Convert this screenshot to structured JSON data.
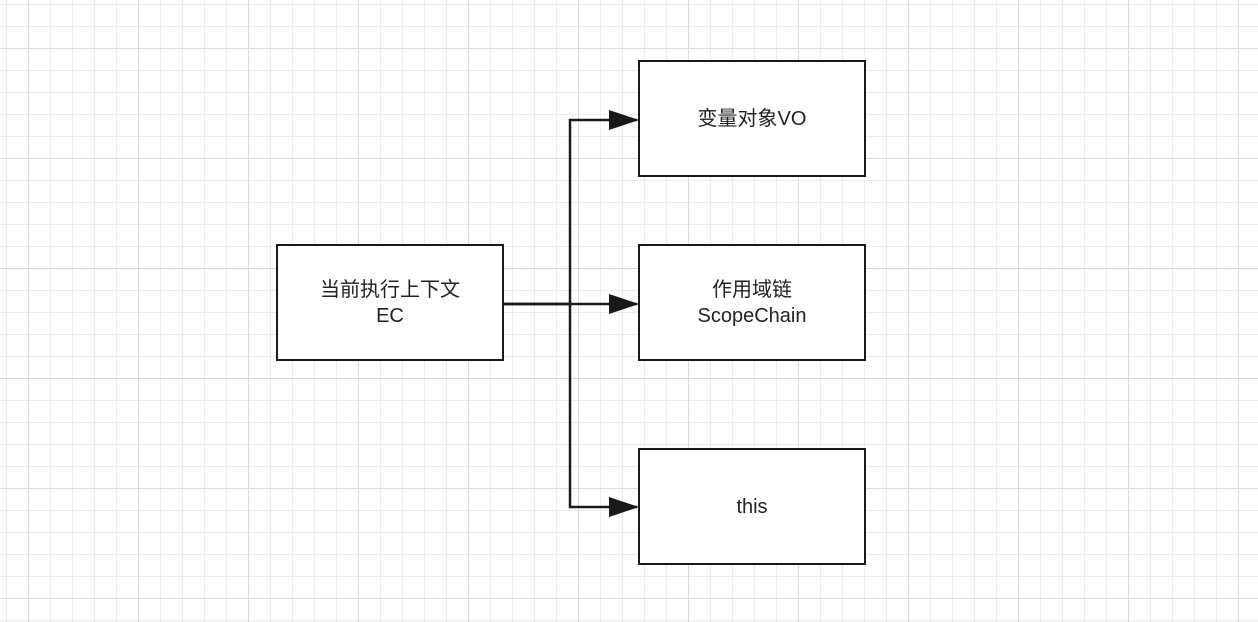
{
  "nodes": {
    "ec": {
      "line1": "当前执行上下文",
      "line2": "EC"
    },
    "vo": {
      "line1": "变量对象VO"
    },
    "scope_chain": {
      "line1": "作用域链",
      "line2": "ScopeChain"
    },
    "this_node": {
      "line1": "this"
    }
  },
  "edges": [
    {
      "from": "ec",
      "to": "vo"
    },
    {
      "from": "ec",
      "to": "scope_chain"
    },
    {
      "from": "ec",
      "to": "this_node"
    }
  ],
  "colors": {
    "stroke": "#1a1a1a",
    "text": "#222222",
    "grid_minor": "#ececec",
    "grid_major": "#d9d9d9"
  }
}
